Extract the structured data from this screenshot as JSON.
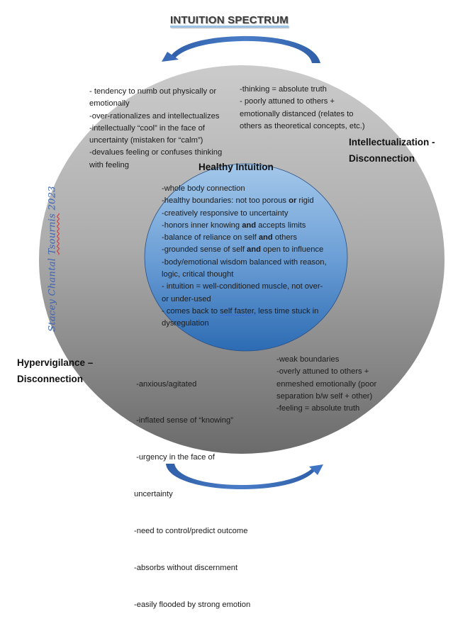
{
  "title": "INTUITION SPECTRUM",
  "colors": {
    "outer_top": "#cbcbcb",
    "outer_bottom": "#6b6b6b",
    "inner_top": "#a4c8ea",
    "inner_bottom": "#2c6bb3",
    "arrow": "#3b6bb8",
    "signature": "#3b64b3"
  },
  "center": {
    "title": "Healthy Intuition",
    "items": [
      {
        "parts": [
          {
            "t": "-whole body connection"
          }
        ]
      },
      {
        "parts": [
          {
            "t": "-healthy boundaries: not too porous "
          },
          {
            "t": "or",
            "b": true
          },
          {
            "t": " rigid"
          }
        ]
      },
      {
        "parts": [
          {
            "t": "-creatively responsive to uncertainty"
          }
        ]
      },
      {
        "parts": [
          {
            "t": "-honors inner knowing "
          },
          {
            "t": "and",
            "b": true
          },
          {
            "t": " accepts limits"
          }
        ]
      },
      {
        "parts": [
          {
            "t": "-balance of reliance on self "
          },
          {
            "t": "and",
            "b": true
          },
          {
            "t": " others"
          }
        ]
      },
      {
        "parts": [
          {
            "t": "-grounded sense of self "
          },
          {
            "t": "and",
            "b": true
          },
          {
            "t": " open to influence"
          }
        ]
      },
      {
        "parts": [
          {
            "t": "-body/emotional wisdom balanced with reason,"
          }
        ]
      },
      {
        "parts": [
          {
            "t": "logic, critical thought"
          }
        ]
      },
      {
        "parts": [
          {
            "t": "- intuition = well-conditioned muscle, not over-"
          }
        ]
      },
      {
        "parts": [
          {
            "t": "or under-used"
          }
        ]
      },
      {
        "parts": [
          {
            "t": "- comes back to "
          },
          {
            "t": "self faster",
            "u": true
          },
          {
            "t": ", less time stuck in"
          }
        ]
      },
      {
        "parts": [
          {
            "t": "dysregulation"
          }
        ]
      }
    ]
  },
  "top_left": {
    "lines": [
      "- tendency to numb out physically or",
      "emotionally",
      "-over-rationalizes and intellectualizes",
      "-intellectually “cool” in the face of",
      "uncertainty (mistaken for “calm”)",
      "-devalues feeling or confuses thinking",
      "with feeling"
    ]
  },
  "top_right": {
    "lines": [
      "-thinking = absolute truth",
      "- poorly attuned to others +",
      "emotionally distanced (relates to",
      "others as theoretical concepts, etc.)"
    ]
  },
  "intellectualization_label": [
    "Intellectualization -",
    "Disconnection"
  ],
  "hypervigilance_label": [
    "Hypervigilance –",
    "Disconnection"
  ],
  "bottom_left": {
    "lines": [
      " -anxious/agitated",
      " -inflated sense of “knowing”",
      " -urgency in the face of",
      "uncertainty",
      "-need to control/predict outcome",
      "-absorbs without discernment",
      "-easily flooded by strong emotion"
    ]
  },
  "bottom_right": {
    "lines": [
      "-weak boundaries",
      "-overly attuned to others +",
      "enmeshed emotionally (poor",
      "separation b/w self + other)",
      "-feeling = absolute truth"
    ]
  },
  "signature": {
    "before": "Stacey Chantal ",
    "squiggled": "Tsournis",
    "after": " 2023"
  },
  "arrows": {
    "top": "curved-arrow-counterclockwise-left",
    "bottom": "curved-arrow-clockwise-right"
  }
}
